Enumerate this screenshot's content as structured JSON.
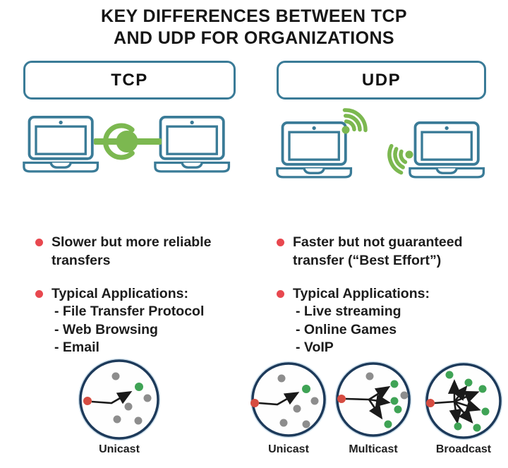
{
  "title": "KEY DIFFERENCES BETWEEN TCP\nAND UDP FOR ORGANIZATIONS",
  "tcp": {
    "heading": "TCP",
    "bullet1": "Slower but more reliable transfers",
    "bullet2_title": "Typical Applications:",
    "apps": [
      "- File Transfer Protocol",
      "- Web Browsing",
      "- Email"
    ],
    "casts": [
      {
        "label": "Unicast"
      }
    ]
  },
  "udp": {
    "heading": "UDP",
    "bullet1": "Faster but not guaranteed transfer (“Best Effort”)",
    "bullet2_title": "Typical Applications:",
    "apps": [
      "- Live streaming",
      "- Online Games",
      "- VoIP"
    ],
    "casts": [
      {
        "label": "Unicast"
      },
      {
        "label": "Multicast"
      },
      {
        "label": "Broadcast"
      }
    ]
  },
  "icons": {
    "device": "laptop-icon",
    "tcp_connection": "wired-link-icon",
    "udp_connection": "wireless-signal-icon"
  },
  "colors": {
    "outline_teal": "#3a7b97",
    "green": "#7cb850",
    "circle_navy": "#1d3a5a",
    "bullet_red": "#e8484f",
    "node_red": "#d64c41",
    "node_green": "#3fa355",
    "node_gray": "#8d8d8d",
    "text": "#1b1b1b"
  }
}
